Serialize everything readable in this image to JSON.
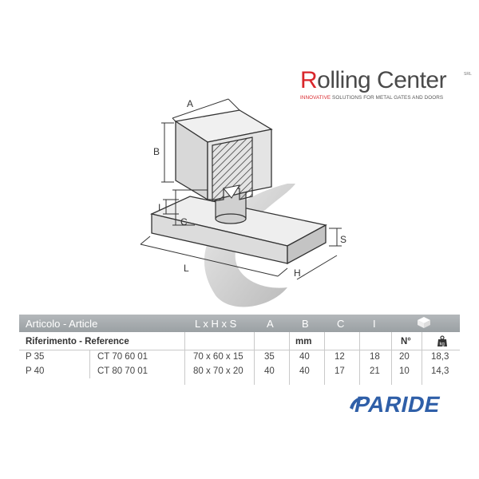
{
  "logo": {
    "brand_first": "R",
    "brand_rest": "olling Center",
    "trademark": "SRL",
    "tagline_a": "INNOVATIVE",
    "tagline_b": " SOLUTIONS FOR ",
    "tagline_c": "METAL GATES AND DOORS"
  },
  "drawing": {
    "labels": {
      "a": "A",
      "b": "B",
      "c": "C",
      "i": "I",
      "l": "L",
      "h": "H",
      "s": "S"
    }
  },
  "table": {
    "header": {
      "article": "Articolo - Article",
      "lxhxs": "L x H x S",
      "a": "A",
      "b": "B",
      "c": "C",
      "i": "I"
    },
    "subheader": {
      "reference": "Riferimento - Reference",
      "unit": "mm",
      "qty": "N°"
    },
    "rows": [
      {
        "article": "P 35",
        "reference": "CT 70 60 01",
        "dims": "70 x 60 x 15",
        "a": "35",
        "b": "40",
        "c": "12",
        "i": "18",
        "qty": "20",
        "kg": "18,3"
      },
      {
        "article": "P 40",
        "reference": "CT 80 70 01",
        "dims": "80 x 70 x 20",
        "a": "40",
        "b": "40",
        "c": "17",
        "i": "21",
        "qty": "10",
        "kg": "14,3"
      }
    ]
  },
  "paride": {
    "text": "PARIDE"
  },
  "colors": {
    "accent_red": "#d9262b",
    "header_gray": "#a4a9ac",
    "paride_blue": "#2f5fa8"
  }
}
